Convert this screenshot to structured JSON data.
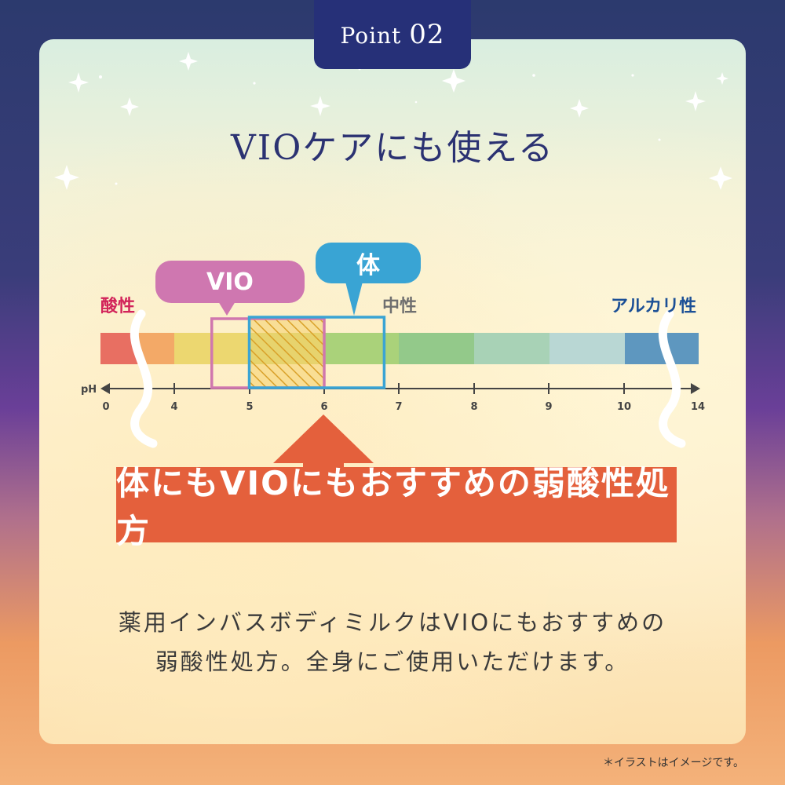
{
  "point": {
    "label": "Point",
    "number": "02"
  },
  "title": "VIOケアにも使える",
  "scale": {
    "acid_label": "酸性",
    "neutral_label": "中性",
    "alkali_label": "アルカリ性",
    "axis_label": "pH",
    "ticks": [
      "0",
      "4",
      "5",
      "6",
      "7",
      "8",
      "9",
      "10",
      "14"
    ],
    "bar_colors": [
      "#e86f62",
      "#f3a967",
      "#ecd770",
      "#d6d870",
      "#aad27a",
      "#93c98a",
      "#a8d2b6",
      "#b9d7d4",
      "#5e97bf"
    ]
  },
  "bubbles": {
    "vio": "VIO",
    "body": "体"
  },
  "ranges": {
    "vio": {
      "from": 4.5,
      "to": 6.0,
      "color": "#d077ae"
    },
    "body": {
      "from": 5.0,
      "to": 6.8,
      "color": "#3aa4d4"
    }
  },
  "cta": "体にもVIOにもおすすめの弱酸性処方",
  "description": {
    "line1": "薬用インバスボディミルクはVIOにもおすすめの",
    "line2": "弱酸性処方。全身にご使用いただけます。"
  },
  "note": "＊イラストはイメージです。"
}
